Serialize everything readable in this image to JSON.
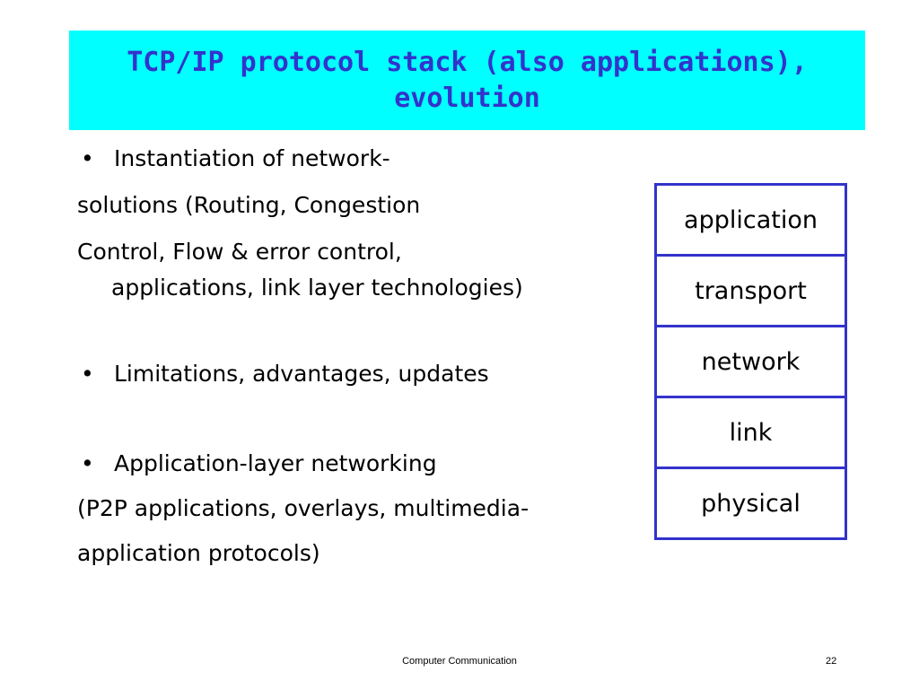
{
  "slide": {
    "title_line1": "TCP/IP protocol stack (also applications),",
    "title_line2": "evolution",
    "bullets": [
      {
        "bullet": "•",
        "lines": [
          "Instantiation of network-",
          "solutions (Routing, Congestion",
          "Control,  Flow & error control,",
          "applications, link layer technologies)"
        ]
      },
      {
        "bullet": "•",
        "lines": [
          "Limitations, advantages, updates"
        ]
      },
      {
        "bullet": "•",
        "lines": [
          "Application-layer networking",
          "(P2P applications, overlays, multimedia-",
          "application protocols)"
        ]
      }
    ],
    "stack_layers": [
      "application",
      "transport",
      "network",
      "link",
      "physical"
    ],
    "footer": {
      "center_text": "Computer Communication",
      "page_number": "22"
    },
    "colors": {
      "title_background": "#00ffff",
      "title_text": "#3333cc",
      "stack_border": "#3333cc"
    }
  }
}
